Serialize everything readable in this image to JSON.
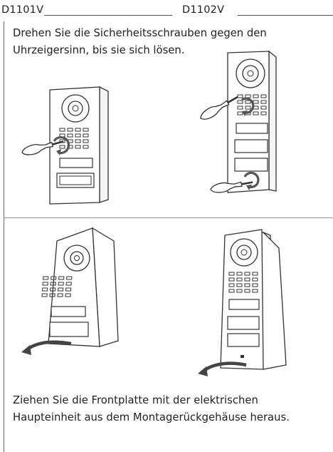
{
  "header": {
    "model_left": "D1101V",
    "model_right": "D1102V"
  },
  "step1": {
    "instruction": "Drehen Sie die Sicherheitsschrauben gegen den Uhrzeigersinn, bis sie sich lösen."
  },
  "step2": {
    "instruction": "Ziehen Sie die Frontplatte mit der elektrischen Haupteinheit aus dem Montagerückgehäuse heraus."
  }
}
